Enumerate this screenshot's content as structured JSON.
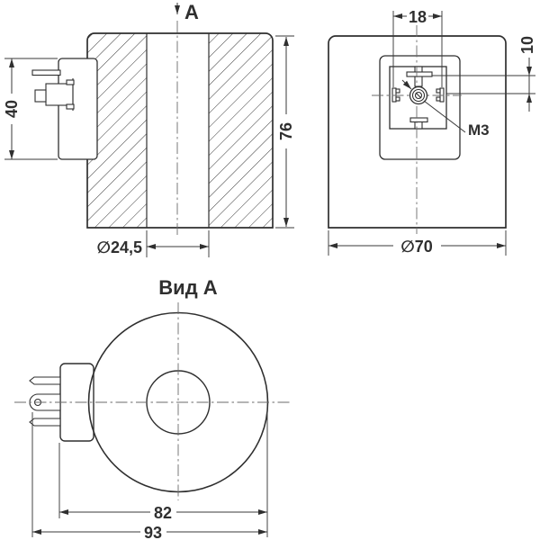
{
  "drawing": {
    "type": "technical-drawing-solenoid-coil",
    "views": {
      "side_section": {
        "section_arrow_label": "А",
        "dim_connector_height": "40",
        "dim_coil_height": "76",
        "dim_bore_diameter": "∅24,5"
      },
      "front_view": {
        "dim_clip_spacing": "18",
        "dim_pin_offset": "10",
        "thread_label": "М3",
        "dim_coil_diameter": "∅70"
      },
      "view_a": {
        "title": "Вид А",
        "dim_body_width": "82",
        "dim_overall_width": "93"
      }
    },
    "colors": {
      "line": "#2f2f2f",
      "centerline": "#6a6a6a",
      "background": "#ffffff"
    }
  }
}
